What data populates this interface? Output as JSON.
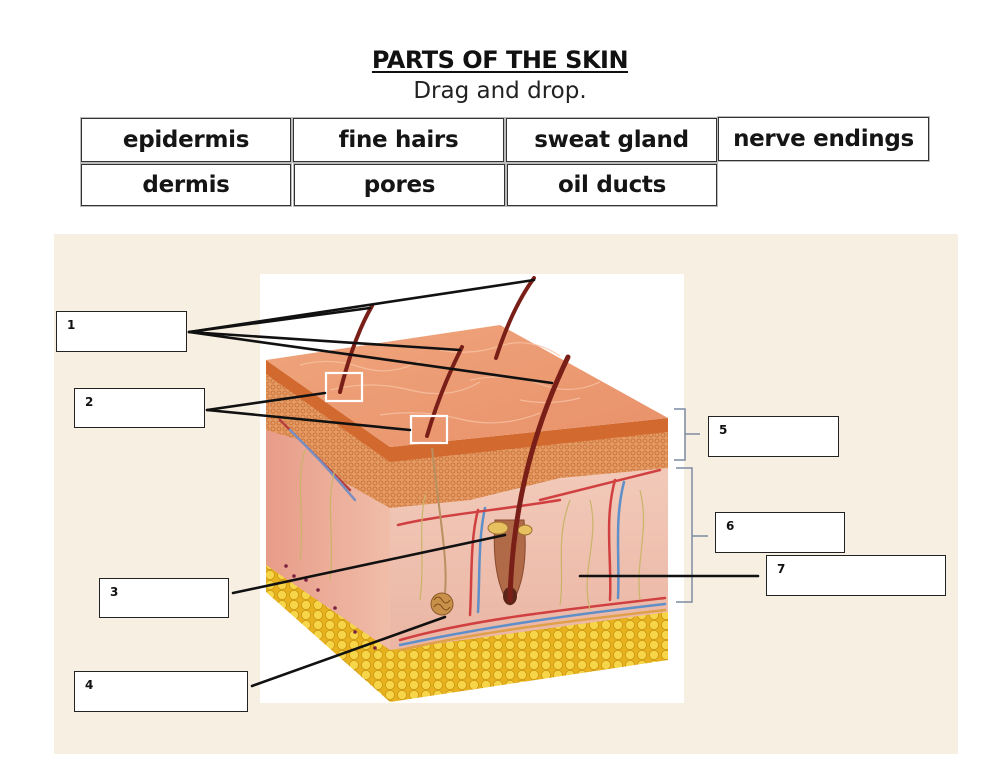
{
  "header": {
    "title": "PARTS OF THE SKIN",
    "subtitle": "Drag and drop."
  },
  "word_bank": [
    {
      "label": "epidermis"
    },
    {
      "label": "fine hairs"
    },
    {
      "label": "sweat gland"
    },
    {
      "label": "nerve endings"
    },
    {
      "label": "dermis"
    },
    {
      "label": "pores"
    },
    {
      "label": "oil ducts"
    }
  ],
  "drop_zones": [
    {
      "number": "1",
      "value": ""
    },
    {
      "number": "2",
      "value": ""
    },
    {
      "number": "3",
      "value": ""
    },
    {
      "number": "4",
      "value": ""
    },
    {
      "number": "5",
      "value": ""
    },
    {
      "number": "6",
      "value": ""
    },
    {
      "number": "7",
      "value": ""
    }
  ],
  "diagram": {
    "subject": "skin cross-section",
    "colors": {
      "panel_bg": "#f8efe3",
      "epidermis_top": "#eea27a",
      "epidermis_band": "#d9733a",
      "dermis": "#f1c2b0",
      "fat": "#f0c832",
      "hair": "#7a1f18",
      "artery": "#d04040",
      "vein": "#5f8fc8",
      "bracket": "#7d8aa3"
    }
  }
}
